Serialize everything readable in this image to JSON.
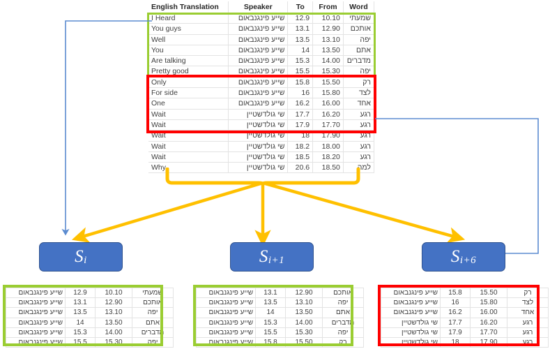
{
  "colors": {
    "green": "#9ACD32",
    "red": "#FF0000",
    "orange": "#FFC000",
    "blue_box": "#4472C4",
    "blue_line": "#4472C4"
  },
  "main_table": {
    "headers": {
      "english": "English Translation",
      "speaker": "Speaker",
      "to": "To",
      "from": "From",
      "word": "Word"
    },
    "rows": [
      {
        "english": "I Heard",
        "speaker": "שייע פינגנבאום",
        "to": "12.9",
        "from": "10.10",
        "word": "שמעתי"
      },
      {
        "english": "You guys",
        "speaker": "שייע פינגנבאום",
        "to": "13.1",
        "from": "12.90",
        "word": "אותכם"
      },
      {
        "english": "Well",
        "speaker": "שייע פינגנבאום",
        "to": "13.5",
        "from": "13.10",
        "word": "יפה"
      },
      {
        "english": "You",
        "speaker": "שייע פינגנבאום",
        "to": "14",
        "from": "13.50",
        "word": "אתם"
      },
      {
        "english": "Are talking",
        "speaker": "שייע פינגנבאום",
        "to": "15.3",
        "from": "14.00",
        "word": "מדברים"
      },
      {
        "english": "Pretty good",
        "speaker": "שייע פינגנבאום",
        "to": "15.5",
        "from": "15.30",
        "word": "יפה"
      },
      {
        "english": "Only",
        "speaker": "שייע פינגנבאום",
        "to": "15.8",
        "from": "15.50",
        "word": "רק"
      },
      {
        "english": "For side",
        "speaker": "שייע פינגנבאום",
        "to": "16",
        "from": "15.80",
        "word": "לצד"
      },
      {
        "english": "One",
        "speaker": "שייע פינגנבאום",
        "to": "16.2",
        "from": "16.00",
        "word": "אחד"
      },
      {
        "english": "Wait",
        "speaker": "שי גולדשטיין",
        "to": "17.7",
        "from": "16.20",
        "word": "רגע"
      },
      {
        "english": "Wait",
        "speaker": "שי גולדשטיין",
        "to": "17.9",
        "from": "17.70",
        "word": "רגע"
      },
      {
        "english": "Wait",
        "speaker": "שי גולדשטיין",
        "to": "18",
        "from": "17.90",
        "word": "רגע"
      },
      {
        "english": "Wait",
        "speaker": "שי גולדשטיין",
        "to": "18.2",
        "from": "18.00",
        "word": "רגע"
      },
      {
        "english": "Wait",
        "speaker": "שי גולדשטיין",
        "to": "18.5",
        "from": "18.20",
        "word": "רגע"
      },
      {
        "english": "Why",
        "speaker": "שי גולדשטיין",
        "to": "20.6",
        "from": "18.50",
        "word": "למה"
      }
    ]
  },
  "segment_boxes": {
    "s_i": {
      "base": "S",
      "sub": "i"
    },
    "s_i1": {
      "base": "S",
      "sub": "i+1"
    },
    "s_i6": {
      "base": "S",
      "sub": "i+6"
    }
  },
  "bottom_tables": [
    {
      "id": "segment-table-si",
      "frame_color": "#9ACD32",
      "rows": [
        {
          "speaker": "שייע פינגנבאום",
          "to": "12.9",
          "from": "10.10",
          "word": "שמעתי"
        },
        {
          "speaker": "שייע פינגנבאום",
          "to": "13.1",
          "from": "12.90",
          "word": "אותכם"
        },
        {
          "speaker": "שייע פינגנבאום",
          "to": "13.5",
          "from": "13.10",
          "word": "יפה"
        },
        {
          "speaker": "שייע פינגנבאום",
          "to": "14",
          "from": "13.50",
          "word": "אתם"
        },
        {
          "speaker": "שייע פינגנבאום",
          "to": "15.3",
          "from": "14.00",
          "word": "מדברים"
        },
        {
          "speaker": "שייע פינגנבאום",
          "to": "15.5",
          "from": "15.30",
          "word": "יפה"
        }
      ]
    },
    {
      "id": "segment-table-si1",
      "frame_color": "#9ACD32",
      "rows": [
        {
          "speaker": "שייע פינגנבאום",
          "to": "13.1",
          "from": "12.90",
          "word": "אותכם"
        },
        {
          "speaker": "שייע פינגנבאום",
          "to": "13.5",
          "from": "13.10",
          "word": "יפה"
        },
        {
          "speaker": "שייע פינגנבאום",
          "to": "14",
          "from": "13.50",
          "word": "אתם"
        },
        {
          "speaker": "שייע פינגנבאום",
          "to": "15.3",
          "from": "14.00",
          "word": "מדברים"
        },
        {
          "speaker": "שייע פינגנבאום",
          "to": "15.5",
          "from": "15.30",
          "word": "יפה"
        },
        {
          "speaker": "שייע פינגנבאום",
          "to": "15.8",
          "from": "15.50",
          "word": "רק"
        }
      ]
    },
    {
      "id": "segment-table-si6",
      "frame_color": "#FF0000",
      "rows": [
        {
          "speaker": "שייע פינגנבאום",
          "to": "15.8",
          "from": "15.50",
          "word": "רק"
        },
        {
          "speaker": "שייע פינגנבאום",
          "to": "16",
          "from": "15.80",
          "word": "לצד"
        },
        {
          "speaker": "שייע פינגנבאום",
          "to": "16.2",
          "from": "16.00",
          "word": "אחד"
        },
        {
          "speaker": "שי גולדשטיין",
          "to": "17.7",
          "from": "16.20",
          "word": "רגע"
        },
        {
          "speaker": "שי גולדשטיין",
          "to": "17.9",
          "from": "17.70",
          "word": "רגע"
        },
        {
          "speaker": "שי גולדשטיין",
          "to": "18",
          "from": "17.90",
          "word": "רגע"
        }
      ]
    }
  ],
  "annotations": {
    "green_highlight_label": "green-window-rows-1-6",
    "red_highlight_label": "red-window-rows-7-12",
    "brace_label": "grouping-brace",
    "arrow_left_label": "arrow-to-s-i",
    "arrow_center_label": "arrow-to-s-i-plus-1",
    "arrow_right_label": "arrow-to-s-i-plus-6"
  }
}
